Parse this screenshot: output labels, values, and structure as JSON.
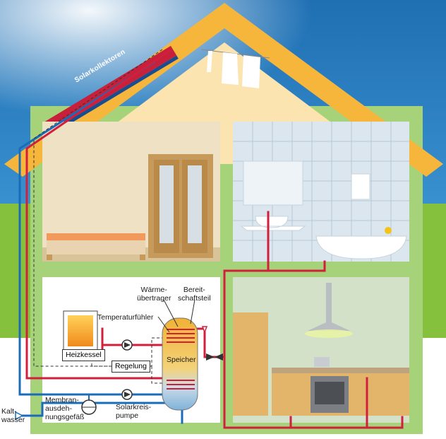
{
  "labels": {
    "solar_collectors": "Solarkollektoren",
    "heat_exchanger": "Wärme-\nübertrager",
    "standby_part": "Bereit-\nschaftsteil",
    "temp_sensor": "Temperaturfühler",
    "boiler": "Heizkessel",
    "control": "Regelung",
    "storage": "Speicher",
    "expansion_vessel": "Membran-\nausdeh-\nnungsgefäß",
    "solar_pump": "Solarkreis-\npumpe",
    "cold_water": "Kalt-\nwasser"
  },
  "colors": {
    "sky": "#2a7fc0",
    "grass": "#86c13d",
    "house_wall": "#a6d27a",
    "roof": "#f6b63c",
    "attic": "#fbe4b0",
    "hot_pipe": "#d11f3c",
    "cold_pipe": "#1a6cb8"
  }
}
